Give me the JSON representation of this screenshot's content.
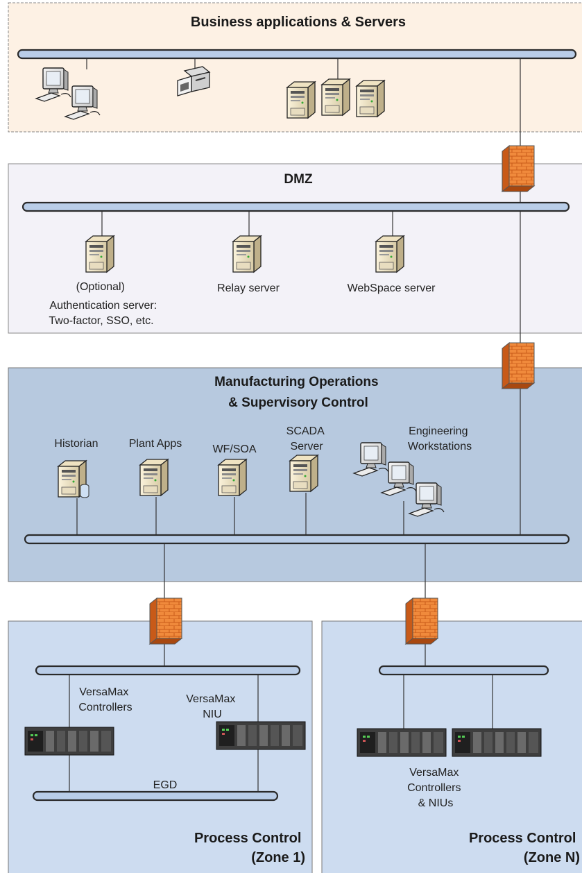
{
  "zones": {
    "business": {
      "title": "Business applications & Servers"
    },
    "dmz": {
      "title": "DMZ",
      "auth_server_label": [
        "(Optional)",
        "Authentication server:",
        "Two-factor, SSO, etc."
      ],
      "relay_server_label": "Relay server",
      "webspace_server_label": "WebSpace server"
    },
    "manufacturing": {
      "title_lines": [
        "Manufacturing Operations",
        "& Supervisory Control"
      ],
      "historian_label": "Historian",
      "plant_apps_label": "Plant Apps",
      "wf_soa_label": "WF/SOA",
      "scada_label": [
        "SCADA",
        "Server"
      ],
      "engineering_label": [
        "Engineering",
        "Workstations"
      ]
    },
    "zone1": {
      "title_lines": [
        "Process Control",
        "(Zone 1)"
      ],
      "controllers_label": [
        "VersaMax",
        "Controllers"
      ],
      "niu_label": [
        "VersaMax",
        "NIU"
      ],
      "egd_label": "EGD"
    },
    "zoneN": {
      "title_lines": [
        "Process Control",
        "(Zone N)"
      ],
      "devices_label": [
        "VersaMax",
        "Controllers",
        "& NIUs"
      ]
    }
  },
  "colors": {
    "business_bg": "#fdf1e4",
    "dmz_bg": "#f3f2f8",
    "manufacturing_bg": "#b7c9df",
    "process_bg": "#cddcf0",
    "bus_fill": "#b9cde8",
    "bus_stroke": "#2a2a2a",
    "firewall": "#f08a3c"
  },
  "icons": [
    "workstation-icon",
    "printer-icon",
    "server-icon",
    "firewall-icon",
    "database-icon",
    "plc-controller-icon"
  ]
}
